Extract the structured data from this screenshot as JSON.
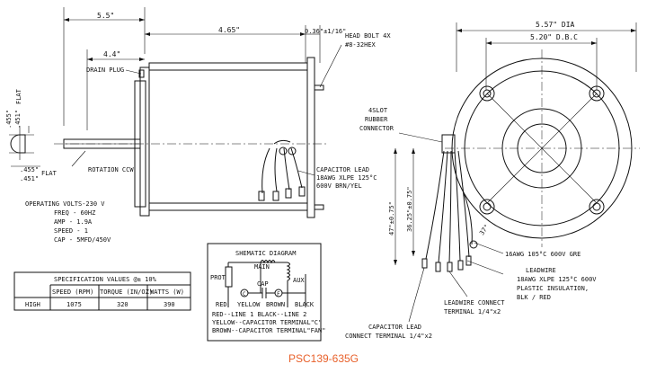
{
  "colors": {
    "line": "#111111",
    "part_number": "#e8602a"
  },
  "dimensions": {
    "d_5_5": "5.5\"",
    "d_4_4": "4.4\"",
    "d_4_65": "4.65\"",
    "d_036": "0.36\"±1/16\"",
    "d_557": "5.57\" DIA",
    "d_520": "5.20\" D.B.C",
    "d_455": ".455\"",
    "d_451": ".451\"",
    "d_flat": "FLAT",
    "d_455b": ".455\"",
    "d_451b": ".451\"",
    "d_flat_b": "FLAT",
    "d_47": "47\"±0.75\"",
    "d_3625": "36.25\"±0.75\""
  },
  "labels": {
    "drain_plug": "DRAIN PLUG",
    "head_bolt_1": "HEAD BOLT 4X",
    "head_bolt_2": "#8-32HEX",
    "rotation": "ROTATION CCW",
    "slot_rubber_1": "4SLOT",
    "slot_rubber_2": "RUBBER",
    "slot_rubber_3": "CONNECTOR",
    "cap_lead_1": "CAPACITOR LEAD",
    "cap_lead_2": "18AWG XLPE 125°C",
    "cap_lead_3": "600V BRN/YEL",
    "gre_lead": "16AWG 105°C 600V GRE",
    "leadwire_1": "LEADWIRE",
    "leadwire_2": "18AWG XLPE 125°C 600V",
    "leadwire_3": "PLASTIC INSULATION,",
    "leadwire_4": "BLK / RED",
    "lw_connect_1": "LEADWIRE CONNECT",
    "lw_connect_2": "TERMINAL 1/4\"x2",
    "cap_connect_1": "CAPACITOR LEAD",
    "cap_connect_2": "CONNECT TERMINAL 1/4\"x2",
    "angle": "37°"
  },
  "operating": {
    "volts": "OPERATING VOLTS-230 V",
    "freq": "FREQ - 60HZ",
    "amp": "AMP - 1.9A",
    "speed": "SPEED - 1",
    "cap": "CAP - 5MFD/450V"
  },
  "schematic": {
    "title": "SHEMATIC DIAGRAM",
    "main": "MAIN",
    "aux": "AUX",
    "prot": "PROT",
    "cap": "CAP",
    "c_mark": "C",
    "f_mark": "F",
    "red": "RED",
    "yellow": "YELLOW",
    "brown": "BROWN",
    "black": "BLACK",
    "line1": "RED--LINE 1   BLACK--LINE 2",
    "line2": "YELLOW--CAPACITOR TERMINAL\"C\"",
    "line3": "BROWN--CAPACITOR TERMINAL\"FAN\""
  },
  "spec_table": {
    "title": "SPECIFICATION VALUES  @± 10%",
    "headers": [
      "SPEED (RPM)",
      "TORQUE (IN/OZ)",
      "WATTS   (W)"
    ],
    "rows": [
      {
        "label": "HIGH",
        "values": [
          "1075",
          "320",
          "390"
        ]
      }
    ]
  },
  "part_number": "PSC139-635G"
}
